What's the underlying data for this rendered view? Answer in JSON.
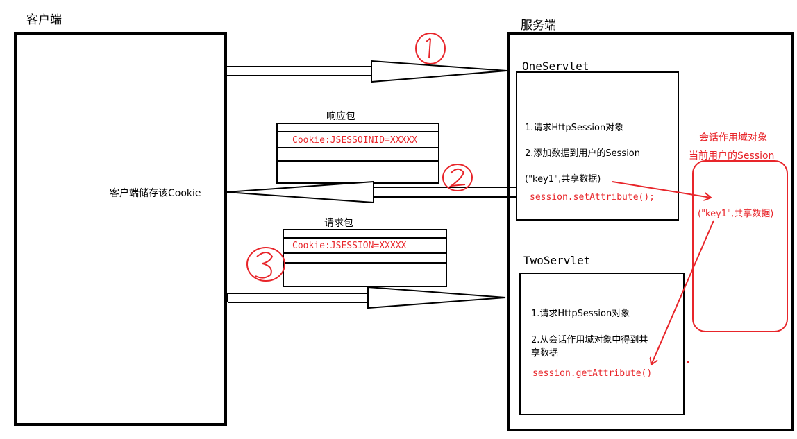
{
  "client": {
    "title": "客户端",
    "stores_cookie": "客户端储存该Cookie"
  },
  "server": {
    "title": "服务端",
    "one_servlet": {
      "title": "OneServlet",
      "step1": "1.请求HttpSession对象",
      "step2": "2.添加数据到用户的Session",
      "data": "(\"key1\",共享数据)",
      "code": "session.setAttribute();"
    },
    "two_servlet": {
      "title": "TwoServlet",
      "step1": "1.请求HttpSession对象",
      "step2_line1": "2.从会话作用域对象中得到共",
      "step2_line2": "享数据",
      "code": "session.getAttribute()"
    },
    "session_scope": {
      "title_line1": "会话作用域对象",
      "title_line2": "当前用户的Session",
      "content": "(\"key1\",共享数据)"
    }
  },
  "response_packet": {
    "title": "响应包",
    "cookie": "Cookie:JSESSOINID=XXXXX"
  },
  "request_packet": {
    "title": "请求包",
    "cookie": "Cookie:JSESSION=XXXXX"
  },
  "colors": {
    "annotation": "#e8252a",
    "stroke": "#000000"
  }
}
